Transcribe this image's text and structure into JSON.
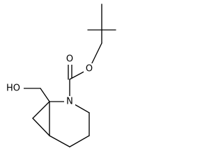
{
  "molecule": {
    "atom_labels": {
      "hydroxyl": "HO",
      "carbonyl_oxygen": "O",
      "ester_oxygen": "O",
      "ring_nitrogen": "N"
    },
    "colors": {
      "bond": "#000000",
      "background": "#ffffff"
    }
  }
}
